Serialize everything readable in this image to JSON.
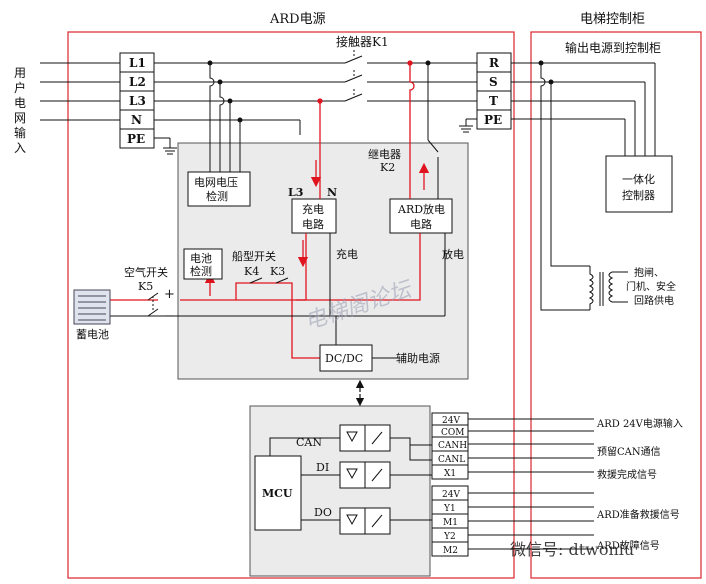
{
  "header": {
    "ard_title": "ARD电源",
    "cabinet_title": "电梯控制柜",
    "cabinet_sub": "输出电源到控制柜"
  },
  "grid_label": [
    "用",
    "户",
    "电",
    "网",
    "输",
    "入"
  ],
  "terminals_in": [
    "L1",
    "L2",
    "L3",
    "N",
    "PE"
  ],
  "terminals_out": [
    "R",
    "S",
    "T",
    "PE"
  ],
  "contactor": "接触器K1",
  "relay": {
    "name": "继电器",
    "id": "K2"
  },
  "blocks": {
    "grid_detect": [
      "电网电压",
      "检测"
    ],
    "charge": [
      "充电",
      "电路"
    ],
    "discharge": [
      "ARD放电",
      "电路"
    ],
    "battery_detect": [
      "电池",
      "检测"
    ],
    "dcdc": "DC/DC",
    "mcu": "MCU",
    "controller": [
      "一体化",
      "控制器"
    ]
  },
  "labels": {
    "l3": "L3",
    "n": "N",
    "charging": "充电",
    "discharging": "放电",
    "air_switch": "空气开关",
    "k5": "K5",
    "boat_switch": "船型开关",
    "k4": "K4",
    "k3": "K3",
    "battery": "蓄电池",
    "plus": "+",
    "minus": "−",
    "aux_power": "辅助电源",
    "can": "CAN",
    "di": "DI",
    "do": "DO",
    "brake_lines": [
      "抱闸、",
      "门机、安全",
      "回路供电"
    ]
  },
  "io_terminals_top": [
    "24V",
    "COM",
    "CANH",
    "CANL",
    "X1"
  ],
  "io_terminals_bottom": [
    "24V",
    "Y1",
    "M1",
    "Y2",
    "M2"
  ],
  "signals": {
    "ard24v": "ARD 24V电源输入",
    "can_reserved": "预留CAN通信",
    "rescue_done": "救援完成信号",
    "rescue_ready": "ARD准备救援信号",
    "last": "ARD故障信号"
  },
  "watermarks": {
    "forum": "电梯阁论坛",
    "wechat": "微信号: dtwoniu"
  },
  "colors": {
    "power_path": "#e0141e",
    "panel": "#ebebeb",
    "frame": "#d8262c",
    "wire": "#111111"
  }
}
